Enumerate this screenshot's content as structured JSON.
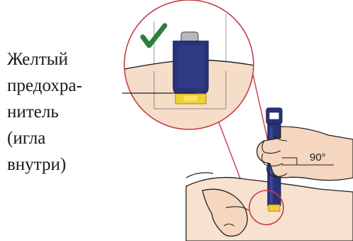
{
  "label": {
    "lines": [
      "Желтый",
      "предохра-",
      "нитель",
      "(игла",
      "внутри)"
    ]
  },
  "angle_label": "90°",
  "colors": {
    "outline": "#c83a4a",
    "pen_body": "#2a3378",
    "pen_dark": "#1c2460",
    "needle_shield": "#f2d233",
    "skin": "#f5ddc8",
    "check": "#2f7d3a",
    "ink": "#222222"
  },
  "icons": {
    "checkmark": "checkmark-icon"
  }
}
